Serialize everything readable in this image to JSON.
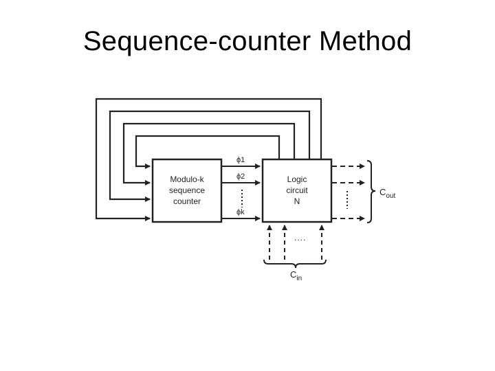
{
  "slide": {
    "title": "Sequence-counter Method"
  },
  "diagram": {
    "counter_block": {
      "line1": "Modulo-k",
      "line2": "sequence",
      "line3": "counter"
    },
    "logic_block": {
      "line1": "Logic",
      "line2": "circuit",
      "line3": "N"
    },
    "phase_labels": {
      "phi1": "ϕ1",
      "phi2": "ϕ2",
      "phik": "ϕk"
    },
    "output_label": {
      "main": "C",
      "sub": "out"
    },
    "input_label": {
      "main": "C",
      "sub": "in"
    },
    "ellipsis": "....",
    "colors": {
      "line": "#222222",
      "background": "#ffffff"
    }
  }
}
